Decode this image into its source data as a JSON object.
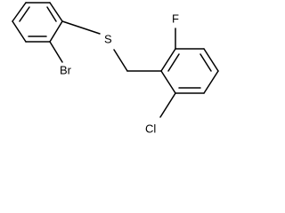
{
  "labels": {
    "sulfur": "S",
    "fluorine": "F",
    "bromine": "Br",
    "chlorine": "Cl"
  }
}
